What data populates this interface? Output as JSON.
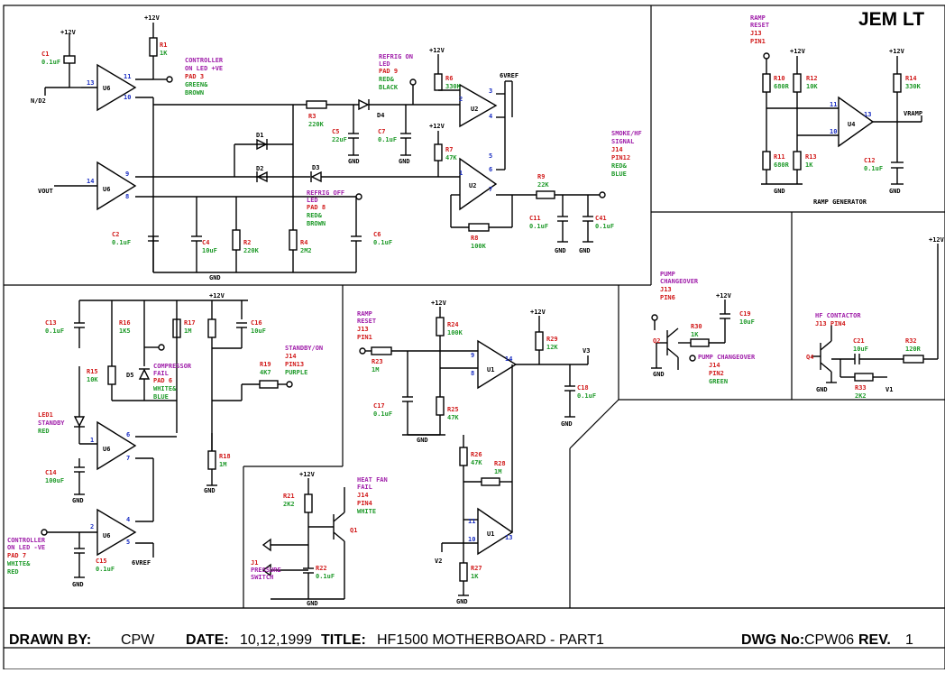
{
  "company": "JEM LT",
  "titleblock": {
    "drawn_label": "DRAWN BY:",
    "drawn_value": "CPW",
    "date_label": "DATE:",
    "date_value": "10,12,1999",
    "title_label": "TITLE:",
    "title_value": "HF1500 MOTHERBOARD - PART1",
    "dwg_label": "DWG No:",
    "dwg_value": "CPW06",
    "rev_label": "REV.",
    "rev_value": "1"
  },
  "rails": {
    "p12": "+12V",
    "gnd": "GND",
    "vref": "6VREF",
    "vout": "VOUT",
    "nd2": "N/D2",
    "v2": "V2",
    "v3": "V3",
    "vramp": "VRAMP",
    "v1": "V1"
  },
  "sec_a": {
    "r1": [
      "R1",
      "1K"
    ],
    "c1": [
      "C1",
      "0.1uF"
    ],
    "ctrl_on": [
      "CONTROLLER",
      "ON LED +VE",
      "PAD 3",
      "GREEN&",
      "BROWN"
    ],
    "u6a_pins": [
      "13",
      "11",
      "10"
    ],
    "u6b_pins": [
      "14",
      "9",
      "8"
    ],
    "r3": [
      "R3",
      "220K"
    ],
    "d1": "D1",
    "d2": "D2",
    "d3": "D3",
    "d4": "D4",
    "c5": [
      "C5",
      "22uF"
    ],
    "c7": [
      "C7",
      "0.1uF"
    ],
    "refrig_on": [
      "REFRIG ON",
      "LED",
      "PAD 9",
      "RED&",
      "BLACK"
    ],
    "r6": [
      "R6",
      "330K"
    ],
    "r7": [
      "R7",
      "47K"
    ],
    "u2a_pins": [
      "3",
      "2",
      "4"
    ],
    "u2b_pins": [
      "5",
      "6",
      "1",
      "7"
    ],
    "smoke": [
      "SMOKE/HF",
      "SIGNAL",
      "J14",
      "PIN12",
      "RED&",
      "BLUE"
    ],
    "r9": [
      "R9",
      "22K"
    ],
    "c11": [
      "C11",
      "0.1uF"
    ],
    "c41": [
      "C41",
      "0.1uF"
    ],
    "r8": [
      "R8",
      "100K"
    ],
    "refrig_off": [
      "REFRIG OFF",
      "LED",
      "PAD 8",
      "RED&",
      "BROWN"
    ],
    "c2": [
      "C2",
      "0.1uF"
    ],
    "c4": [
      "C4",
      "10uF"
    ],
    "r2": [
      "R2",
      "220K"
    ],
    "r4": [
      "R4",
      "2M2"
    ],
    "c6": [
      "C6",
      "0.1uF"
    ]
  },
  "sec_ramp": {
    "reset": [
      "RAMP",
      "RESET",
      "J13",
      "PIN1"
    ],
    "r10": [
      "R10",
      "680R"
    ],
    "r12": [
      "R12",
      "10K"
    ],
    "r14": [
      "R14",
      "330K"
    ],
    "r11": [
      "R11",
      "680R"
    ],
    "r13": [
      "R13",
      "1K"
    ],
    "c12": [
      "C12",
      "0.1uF"
    ],
    "u4_pins": [
      "11",
      "10",
      "13"
    ],
    "label": "RAMP GENERATOR"
  },
  "sec_b": {
    "c13": [
      "C13",
      "0.1uF"
    ],
    "r16": [
      "R16",
      "1K5"
    ],
    "r17": [
      "R17",
      "1M"
    ],
    "c16": [
      "C16",
      "10uF"
    ],
    "r15": [
      "R15",
      "10K"
    ],
    "d5": "D5",
    "comp_fail": [
      "COMPRESSOR",
      "FAIL",
      "PAD 6",
      "WHITE&",
      "BLUE"
    ],
    "standby": [
      "STANDBY/ON",
      "J14",
      "PIN13",
      "PURPLE"
    ],
    "r19": [
      "R19",
      "4K7"
    ],
    "led1": [
      "LED1",
      "STANDBY",
      "RED"
    ],
    "u6c_pins": [
      "1",
      "6",
      "7"
    ],
    "r18": [
      "R18",
      "1M"
    ],
    "c14": [
      "C14",
      "100uF"
    ],
    "u6d_pins": [
      "2",
      "4",
      "5"
    ],
    "ctrl_off": [
      "CONTROLLER",
      "ON LED -VE",
      "PAD 7",
      "WHITE&",
      "RED"
    ],
    "c15": [
      "C15",
      "0.1uF"
    ]
  },
  "sec_fan": {
    "r21": [
      "R21",
      "2K2"
    ],
    "q1": "Q1",
    "fan": [
      "HEAT FAN",
      "FAIL",
      "J14",
      "PIN4",
      "WHITE"
    ],
    "j1": [
      "J1",
      "PRESSURE",
      "SWITCH"
    ],
    "r22": [
      "R22",
      "0.1uF"
    ]
  },
  "sec_c": {
    "reset": [
      "RAMP",
      "RESET",
      "J13",
      "PIN1"
    ],
    "r24": [
      "R24",
      "100K"
    ],
    "r29": [
      "R29",
      "12K"
    ],
    "r23": [
      "R23",
      "1M"
    ],
    "u1a_pins": [
      "9",
      "8",
      "14"
    ],
    "c18": [
      "C18",
      "0.1uF"
    ],
    "c17": [
      "C17",
      "0.1uF"
    ],
    "r25": [
      "R25",
      "47K"
    ],
    "r26": [
      "R26",
      "47K"
    ],
    "r28": [
      "R28",
      "1M"
    ],
    "u1b_pins": [
      "11",
      "10",
      "13"
    ],
    "r27": [
      "R27",
      "1K"
    ]
  },
  "sec_pump": {
    "pump": [
      "PUMP",
      "CHANGEOVER",
      "J13",
      "PIN6"
    ],
    "c19": [
      "C19",
      "10uF"
    ],
    "r30": [
      "R30",
      "1K"
    ],
    "q2": "Q2",
    "out": [
      "PUMP CHANGEOVER",
      "J14",
      "PIN2",
      "GREEN"
    ]
  },
  "sec_hf": {
    "hf": [
      "HF CONTACTOR",
      "J13 PIN4"
    ],
    "c21": [
      "C21",
      "10uF"
    ],
    "r32": [
      "R32",
      "120R"
    ],
    "r33": [
      "R33",
      "2K2"
    ],
    "q4": "Q4"
  }
}
